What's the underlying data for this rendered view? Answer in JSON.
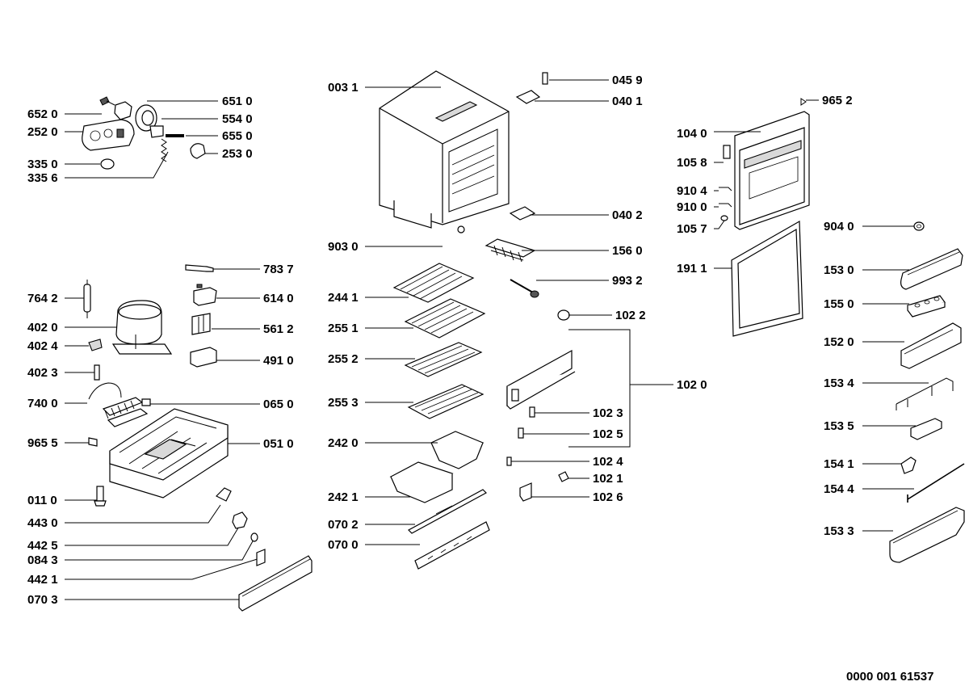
{
  "diagram": {
    "code": "0000 001 61537",
    "callouts": {
      "p0031": "003 1",
      "p0459": "045 9",
      "p0401": "040 1",
      "p0402": "040 2",
      "p9030": "903 0",
      "p1560": "156 0",
      "p9932": "993 2",
      "p1022": "102 2",
      "p1020": "102 0",
      "p1023": "102 3",
      "p1025": "102 5",
      "p1024": "102 4",
      "p1021": "102 1",
      "p1026": "102 6",
      "p2441": "244 1",
      "p2551": "255 1",
      "p2552": "255 2",
      "p2553": "255 3",
      "p2420": "242 0",
      "p2421": "242 1",
      "p0702": "070 2",
      "p0700": "070 0",
      "p6510": "651 0",
      "p6520": "652 0",
      "p5540": "554 0",
      "p2520": "252 0",
      "p6550": "655 0",
      "p2530": "253 0",
      "p3350": "335 0",
      "p3356": "335 6",
      "p7837": "783 7",
      "p7642": "764 2",
      "p6140": "614 0",
      "p4020": "402 0",
      "p5612": "561 2",
      "p4024": "402 4",
      "p4910": "491 0",
      "p4023": "402 3",
      "p7400": "740 0",
      "p0650": "065 0",
      "p9655": "965 5",
      "p0510": "051 0",
      "p0110": "011 0",
      "p4430": "443 0",
      "p4425": "442 5",
      "p0843": "084 3",
      "p4421": "442 1",
      "p0703": "070 3",
      "p9652": "965 2",
      "p1040": "104 0",
      "p1058": "105 8",
      "p9104": "910 4",
      "p9100": "910 0",
      "p1057": "105 7",
      "p1911": "191 1",
      "p9040": "904 0",
      "p1530": "153 0",
      "p1550": "155 0",
      "p1520": "152 0",
      "p1534": "153 4",
      "p1535": "153 5",
      "p1541": "154 1",
      "p1544": "154 4",
      "p1533": "153 3"
    }
  }
}
